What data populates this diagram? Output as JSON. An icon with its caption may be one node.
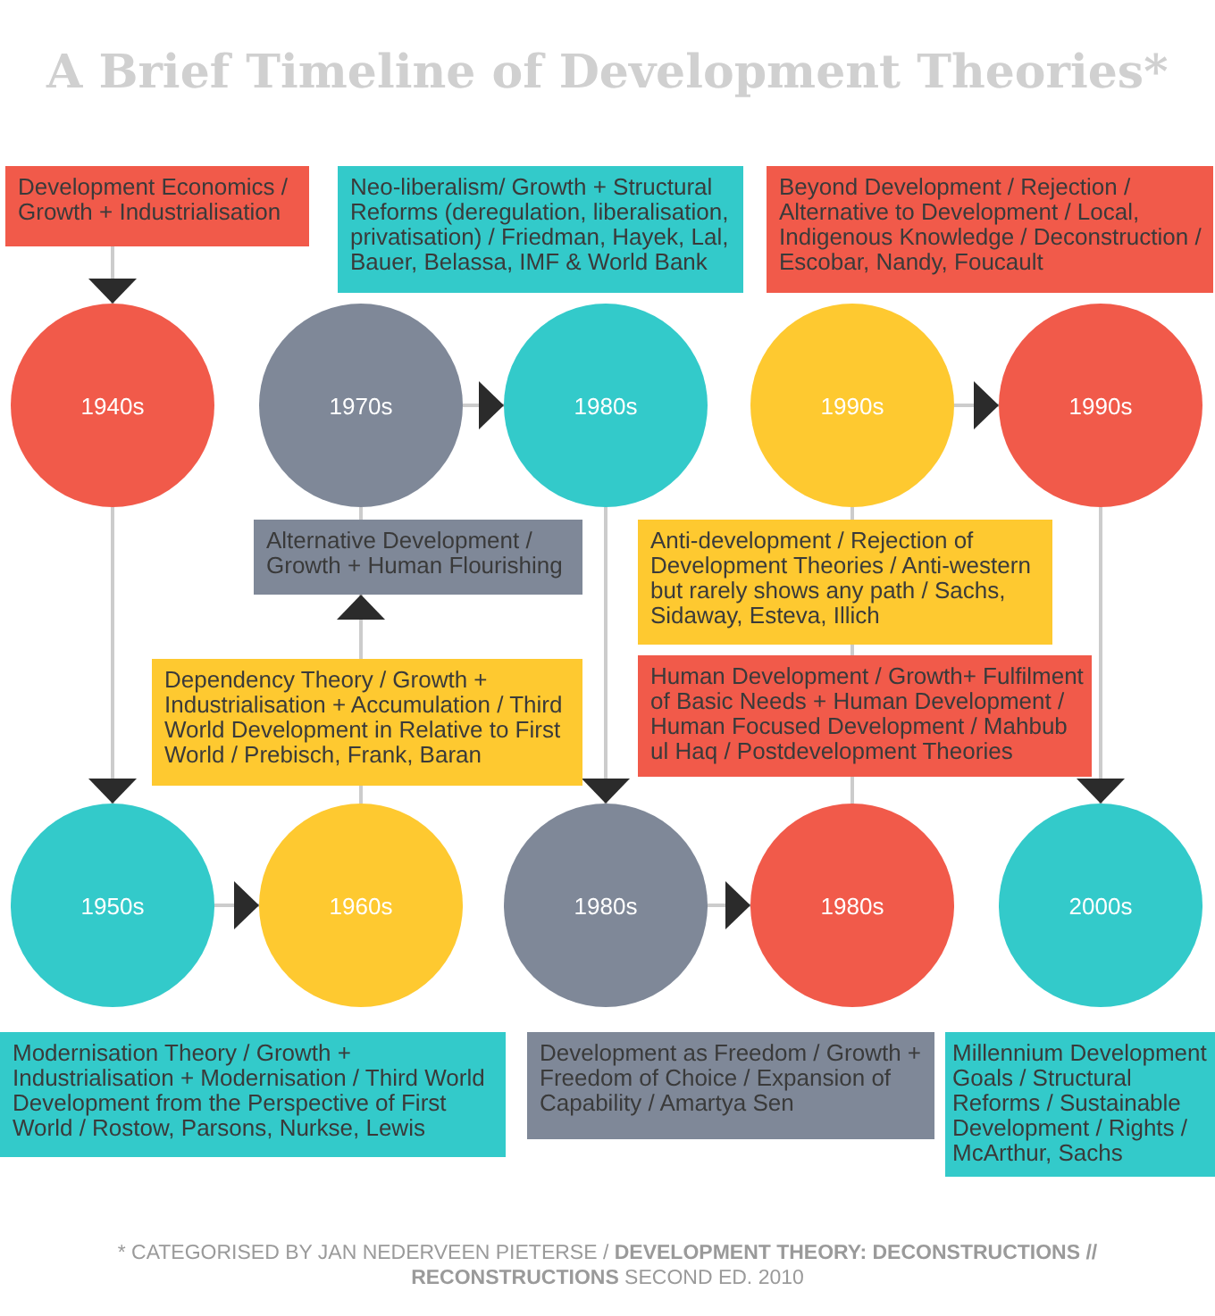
{
  "diagram": {
    "title": "A Brief Timeline of Development Theories*",
    "nodes": [
      {
        "text": [
          "Development Economics / Growth + Industrialisation"
        ]
      },
      {
        "text": [
          "Neo-liberalism/ Growth + Structural Reforms (deregulation, liberalisation, privatisation) / Friedman, Hayek, Lal, Bauer, Belassa, IMF & World Bank"
        ]
      },
      {
        "text": [
          "Beyond Development / Rejection / Alternative to Development / Local, Indigenous Knowledge / Deconstruction / Escobar, Nandy, Foucault"
        ]
      },
      {
        "text": [
          "1940s"
        ]
      },
      {
        "text": [
          "1970s"
        ]
      },
      {
        "text": [
          "1980s"
        ]
      },
      {
        "text": [
          "1990s"
        ]
      },
      {
        "text": [
          "1990s"
        ]
      },
      {
        "text": [
          "Alternative Development / Growth + Human Flourishing"
        ]
      },
      {
        "text": [
          "Anti-development / Rejection of Development Theories / Anti-western but rarely shows any path / Sachs, Sidaway, Esteva, Illich"
        ]
      },
      {
        "text": [
          "Dependency Theory / Growth + Industrialisation + Accumulation / Third World Development in Relative to First World / Prebisch, Frank, Baran"
        ]
      },
      {
        "text": [
          "Human Development / Growth+ Fulfilment of Basic Needs + Human Development / Human Focused Development / Mahbub ul Haq / Postdevelopment Theories"
        ]
      },
      {
        "text": [
          "1950s"
        ]
      },
      {
        "text": [
          "1960s"
        ]
      },
      {
        "text": [
          "1980s"
        ]
      },
      {
        "text": [
          "1980s"
        ]
      },
      {
        "text": [
          "2000s"
        ]
      },
      {
        "text": [
          "Modernisation Theory / Growth + Industrialisation + Modernisation / Third World Development from the Perspective of First World / Rostow, Parsons, Nurkse, Lewis"
        ]
      },
      {
        "text": [
          "Development as Freedom / Growth + Freedom of Choice / Expansion of Capability / Amartya Sen"
        ]
      },
      {
        "text": [
          "Millennium Development Goals / Structural Reforms / Sustainable Development / Rights / McArthur, Sachs"
        ]
      }
    ],
    "edges": [
      {
        "from": 0,
        "to": 3,
        "arrow": "to"
      },
      {
        "from": 3,
        "to": 12,
        "arrow": "to"
      },
      {
        "from": 12,
        "to": 13,
        "arrow": "to"
      },
      {
        "from": 13,
        "to": 10,
        "arrow": "none"
      },
      {
        "from": 10,
        "to": 8,
        "arrow": "to"
      },
      {
        "from": 8,
        "to": 4,
        "arrow": "none"
      },
      {
        "from": 4,
        "to": 5,
        "arrow": "to"
      },
      {
        "from": 5,
        "to": 14,
        "arrow": "to"
      },
      {
        "from": 14,
        "to": 15,
        "arrow": "to"
      },
      {
        "from": 15,
        "to": 11,
        "arrow": "none"
      },
      {
        "from": 11,
        "to": 9,
        "arrow": "none"
      },
      {
        "from": 9,
        "to": 6,
        "arrow": "none"
      },
      {
        "from": 6,
        "to": 7,
        "arrow": "to"
      },
      {
        "from": 7,
        "to": 16,
        "arrow": "to"
      }
    ],
    "caption": "* CATEGORISED BY JAN NEDERVEEN PIETERSE / **DEVELOPMENT THEORY: DECONSTRUCTIONS // RECONSTRUCTIONS** SECOND ED. 2010"
  }
}
